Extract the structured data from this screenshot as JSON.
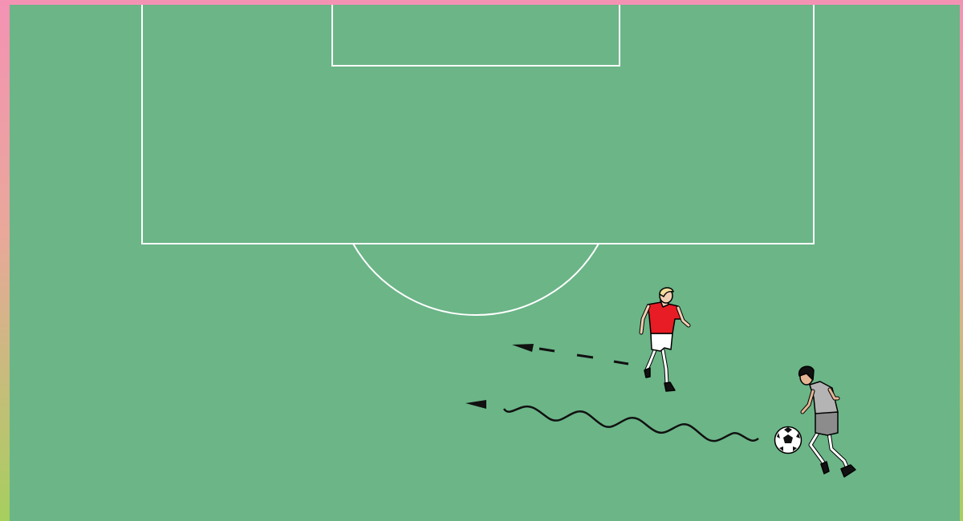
{
  "diagram": {
    "pitch_color": "#6bb587",
    "frame_gradient": [
      "#f492b4",
      "#a6cf5e"
    ],
    "line_color": "#ffffff",
    "defender": {
      "shirt_color": "#e81c24",
      "shorts_color": "#ffffff",
      "hair_color": "#f2dc9a"
    },
    "attacker": {
      "shirt_color": "#b4b4b4",
      "shorts_color": "#8c8c8c",
      "hair_color": "#111111"
    },
    "ball_icon": "soccer-ball-icon",
    "arrows": [
      {
        "kind": "dashed",
        "meaning": "run-without-ball"
      },
      {
        "kind": "wavy",
        "meaning": "dribble-with-ball"
      }
    ]
  }
}
